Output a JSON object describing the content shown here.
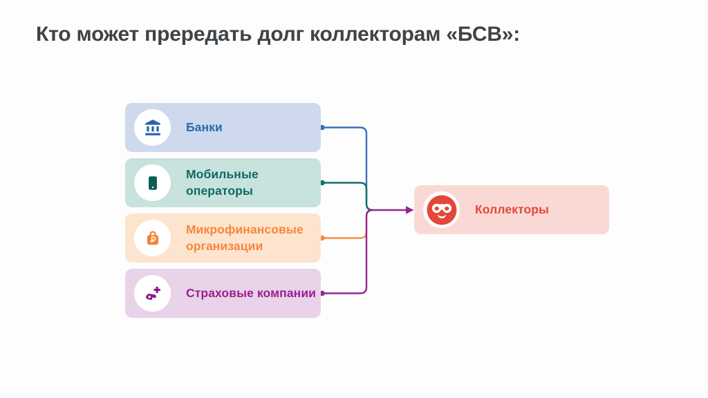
{
  "title": "Кто может прередать долг коллекторам «БСВ»:",
  "sources": [
    {
      "label": "Банки",
      "icon": "bank-icon",
      "bg": "#cfd9ed",
      "text_color": "#2c68b2",
      "icon_color": "#2b63ad",
      "line_color": "#3b70b4"
    },
    {
      "label": "Мобильные\nоператоры",
      "icon": "mobile-phone-icon",
      "bg": "#c8e2de",
      "text_color": "#0d6b60",
      "icon_color": "#0b5e55",
      "line_color": "#117064"
    },
    {
      "label": "Микрофинансовые\nорганизации",
      "icon": "money-bag-ruble-icon",
      "bg": "#fde4ce",
      "text_color": "#f7873c",
      "icon_color": "#f68231",
      "line_color": "#f78d3f"
    },
    {
      "label": "Страховые компании",
      "icon": "hand-medical-cross-icon",
      "bg": "#e8d3e8",
      "text_color": "#9c1d92",
      "icon_color": "#8e1886",
      "line_color": "#93278f"
    }
  ],
  "target": {
    "label": "Коллекторы",
    "icon": "robber-mask-icon",
    "bg": "#fad9d5",
    "text_color": "#e1493b",
    "icon_color": "#e2483a"
  },
  "arrow_color": "#93278f"
}
